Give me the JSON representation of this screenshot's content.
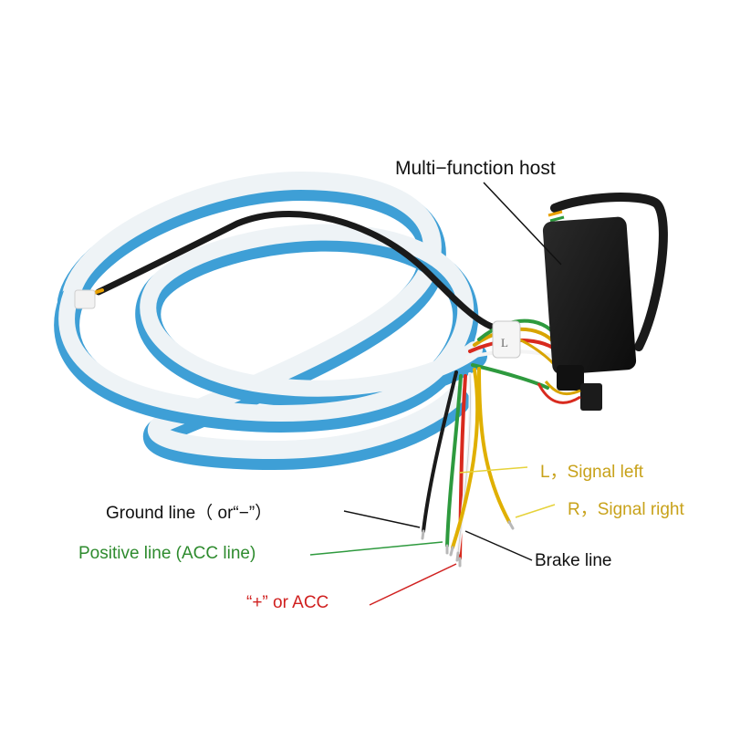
{
  "labels": {
    "host": "Multi−function host",
    "signal_left": "L，Signal left",
    "signal_right": "R，Signal right",
    "ground": "Ground line（  or“−”）",
    "positive": "Positive line (ACC line)",
    "brake": "Brake line",
    "plus_acc": "“+”  or ACC",
    "module_letter": "L"
  },
  "colors": {
    "host_label": "#111111",
    "signal_label": "#c8a21a",
    "ground_label": "#111111",
    "positive_label": "#2e8b2e",
    "brake_label": "#111111",
    "plus_label": "#d0201f",
    "strip_blue": "#3e9fd6",
    "strip_white": "#eef3f6",
    "host_box": "#151515"
  }
}
